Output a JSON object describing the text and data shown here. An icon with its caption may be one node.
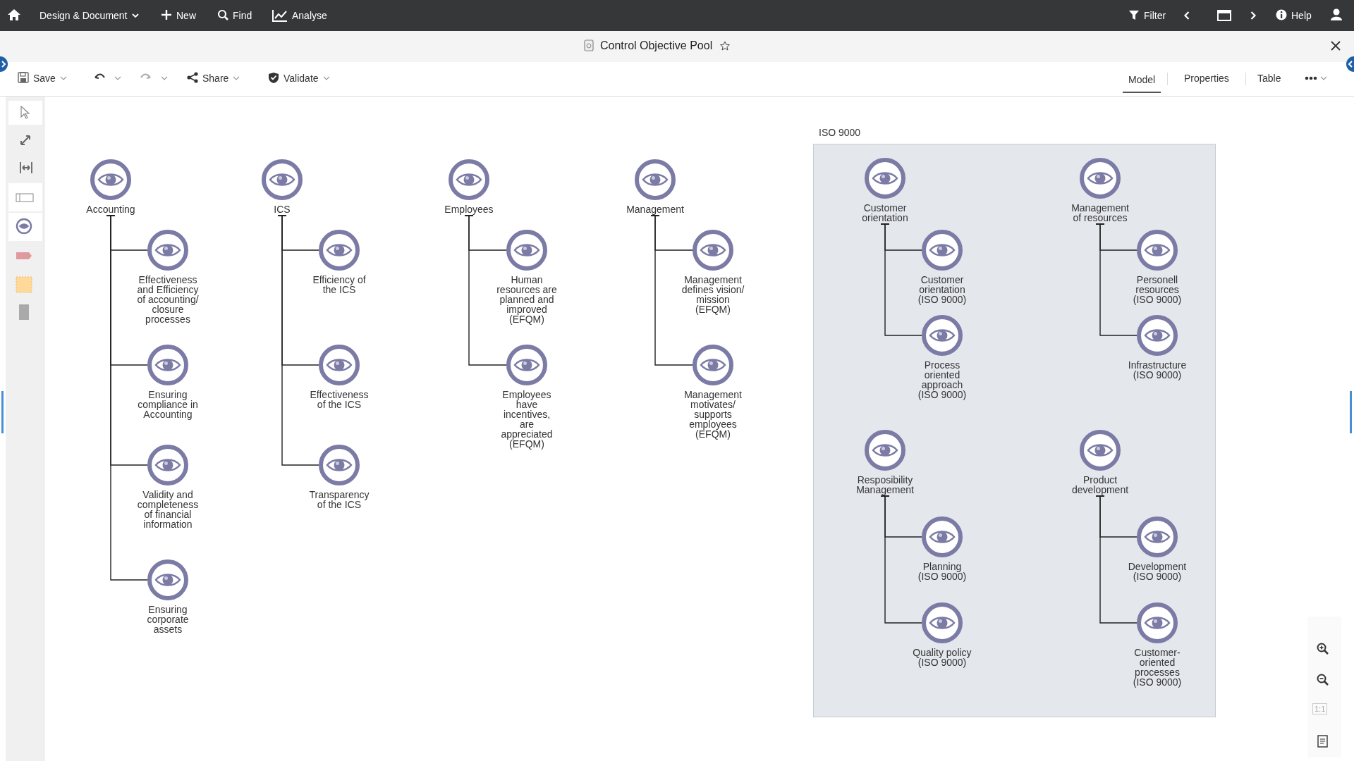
{
  "diagram": {
    "title": "Control Objective Pool",
    "nodes": [
      {
        "text": [
          "Accounting"
        ]
      },
      {
        "text": [
          "Effectiveness and Efficiency of accounting/ closure processes"
        ]
      },
      {
        "text": [
          "Ensuring compliance in Accounting"
        ]
      },
      {
        "text": [
          "Validity and completeness of financial information"
        ]
      },
      {
        "text": [
          "Ensuring corporate assets"
        ]
      },
      {
        "text": [
          "ICS"
        ]
      },
      {
        "text": [
          "Efficiency of the ICS"
        ]
      },
      {
        "text": [
          "Effectiveness of the ICS"
        ]
      },
      {
        "text": [
          "Transparency of the ICS"
        ]
      },
      {
        "text": [
          "Employees"
        ]
      },
      {
        "text": [
          "Human resources are planned and improved (EFQM)"
        ]
      },
      {
        "text": [
          "Employees have incentives, are appreciated (EFQM)"
        ]
      },
      {
        "text": [
          "Management"
        ]
      },
      {
        "text": [
          "Management defines vision/ mission (EFQM)"
        ]
      },
      {
        "text": [
          "Management motivates/ supports employees (EFQM)"
        ]
      },
      {
        "text": [
          "ISO 9000"
        ]
      },
      {
        "text": [
          "Customer orientation"
        ],
        "in": 15
      },
      {
        "text": [
          "Customer orientation (ISO 9000)"
        ],
        "in": 15
      },
      {
        "text": [
          "Process oriented approach (ISO 9000)"
        ],
        "in": 15
      },
      {
        "text": [
          "Management of resources"
        ],
        "in": 15
      },
      {
        "text": [
          "Personell resources (ISO 9000)"
        ],
        "in": 15
      },
      {
        "text": [
          "Infrastructure (ISO 9000)"
        ],
        "in": 15
      },
      {
        "text": [
          "Resposibility Management"
        ],
        "in": 15
      },
      {
        "text": [
          "Planning (ISO 9000)"
        ],
        "in": 15
      },
      {
        "text": [
          "Quality policy (ISO 9000)"
        ],
        "in": 15
      },
      {
        "text": [
          "Product development"
        ],
        "in": 15
      },
      {
        "text": [
          "Development (ISO 9000)"
        ],
        "in": 15
      },
      {
        "text": [
          "Customer-oriented processes (ISO 9000)"
        ],
        "in": 15
      }
    ],
    "edges": [
      {
        "from": 0,
        "to": 1,
        "arrow": "other"
      },
      {
        "from": 0,
        "to": 2,
        "arrow": "other"
      },
      {
        "from": 0,
        "to": 3,
        "arrow": "other"
      },
      {
        "from": 0,
        "to": 4,
        "arrow": "other"
      },
      {
        "from": 5,
        "to": 6,
        "arrow": "other"
      },
      {
        "from": 5,
        "to": 7,
        "arrow": "other"
      },
      {
        "from": 5,
        "to": 8,
        "arrow": "other"
      },
      {
        "from": 9,
        "to": 10,
        "arrow": "other"
      },
      {
        "from": 9,
        "to": 11,
        "arrow": "other"
      },
      {
        "from": 12,
        "to": 13,
        "arrow": "other"
      },
      {
        "from": 12,
        "to": 14,
        "arrow": "other"
      },
      {
        "from": 16,
        "to": 17,
        "arrow": "other"
      },
      {
        "from": 16,
        "to": 18,
        "arrow": "other"
      },
      {
        "from": 19,
        "to": 20,
        "arrow": "other"
      },
      {
        "from": 19,
        "to": 21,
        "arrow": "other"
      },
      {
        "from": 22,
        "to": 23,
        "arrow": "other"
      },
      {
        "from": 22,
        "to": 24,
        "arrow": "other"
      },
      {
        "from": 25,
        "to": 26,
        "arrow": "other"
      },
      {
        "from": 25,
        "to": 27,
        "arrow": "other"
      }
    ],
    "labels": [
      "Design & Document",
      "New",
      "Find",
      "Analyse",
      "Filter",
      "Help",
      "Save",
      "Share",
      "Validate",
      "Model",
      "Properties",
      "Table",
      "1:1"
    ]
  }
}
